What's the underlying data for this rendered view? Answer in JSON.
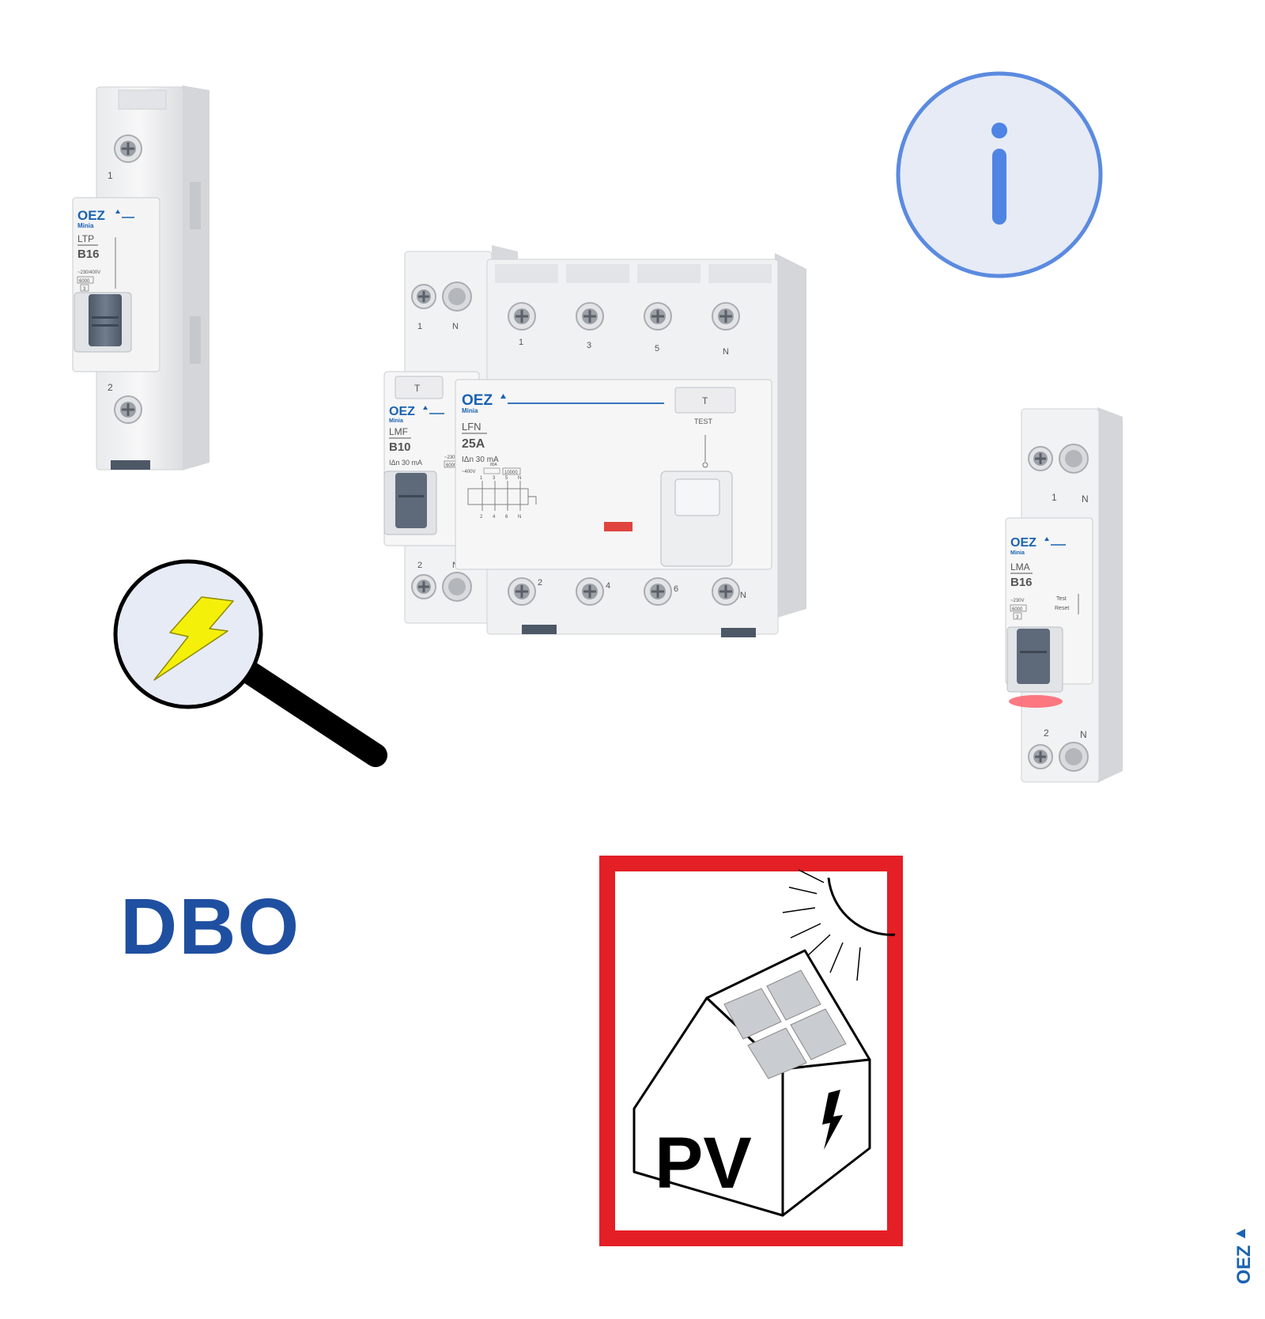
{
  "brand": {
    "name": "OEZ",
    "sub": "Minia",
    "color": "#1a63b0"
  },
  "colors": {
    "title": "#1f4fa0",
    "info_ring": "#5b8ae0",
    "info_fill": "#e6ebf6",
    "handle": "#5e6a7a",
    "pv_border": "#e41f26",
    "bolt_fill": "#f5f00a"
  },
  "title": "DBO",
  "device_ltp": {
    "top_terminal": "1",
    "bottom_terminal": "2",
    "type": "LTP",
    "rating": "B16",
    "voltage": "~230/400V",
    "capacity": "6000",
    "class": "3"
  },
  "device_lmf": {
    "top_terminals": [
      "1",
      "N"
    ],
    "bottom_terminals": [
      "2",
      "N"
    ],
    "type": "LMF",
    "rating": "B10",
    "sensitivity": "IΔn 30 mA",
    "voltage": "~230V",
    "capacity": "6000"
  },
  "device_lfn": {
    "top_terminals": [
      "1",
      "3",
      "5",
      "N"
    ],
    "bottom_terminals": [
      "2",
      "4",
      "6",
      "N"
    ],
    "type": "LFN",
    "rating": "25A",
    "sensitivity": "IΔn 30 mA",
    "voltage": "~400V",
    "current": "80A",
    "capacity": "10000",
    "test_label": "TEST",
    "test_button": "T",
    "schematic_top": [
      "1",
      "3",
      "5",
      "N"
    ],
    "schematic_bottom": [
      "2",
      "4",
      "6",
      "N"
    ]
  },
  "device_lma": {
    "top_terminals": [
      "1",
      "N"
    ],
    "bottom_terminals": [
      "2",
      "N"
    ],
    "type": "LMA",
    "rating": "B16",
    "voltage": "~230V",
    "capacity": "6000",
    "class": "3",
    "test": "Test",
    "reset": "Reset"
  },
  "icons": {
    "info": "info-icon",
    "inspect": "magnifier-lightning-icon",
    "pv": "pv-house-warning-icon"
  },
  "pv_sign": {
    "text": "PV"
  }
}
